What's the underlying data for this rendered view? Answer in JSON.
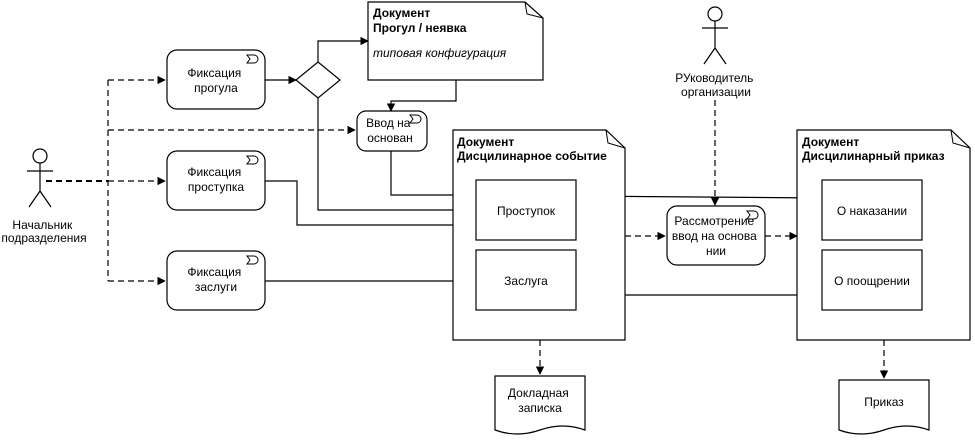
{
  "actors": {
    "head": [
      "Начальник",
      "подразделения"
    ],
    "director": [
      "РУководитель",
      "организации"
    ]
  },
  "tasks": {
    "fix_absence": [
      "Фиксация",
      "прогула"
    ],
    "fix_misconduct": [
      "Фиксация",
      "проступка"
    ],
    "fix_merit": [
      "Фиксация",
      "заслуги"
    ],
    "input_based": [
      "Ввод на",
      "основан"
    ],
    "review": [
      "Рассмотрение",
      "ввод на основа",
      "нии"
    ]
  },
  "documents": {
    "absence": {
      "title": [
        "Документ",
        "Прогул / неявка"
      ],
      "note": "типовая конфигурация"
    },
    "disciplinary_event": {
      "title": [
        "Документ",
        "Дисцилинарное событие"
      ]
    },
    "disciplinary_order": {
      "title": [
        "Документ",
        "Дисцилинарный приказ"
      ]
    },
    "memo": [
      "Докладная",
      "записка"
    ],
    "order": "Приказ"
  },
  "sections": {
    "misconduct": "Проступок",
    "merit": "Заслуга",
    "punishment": "О наказании",
    "encouragement": "О поощрении"
  },
  "colors": {
    "stroke": "#000000",
    "fill": "#ffffff"
  }
}
